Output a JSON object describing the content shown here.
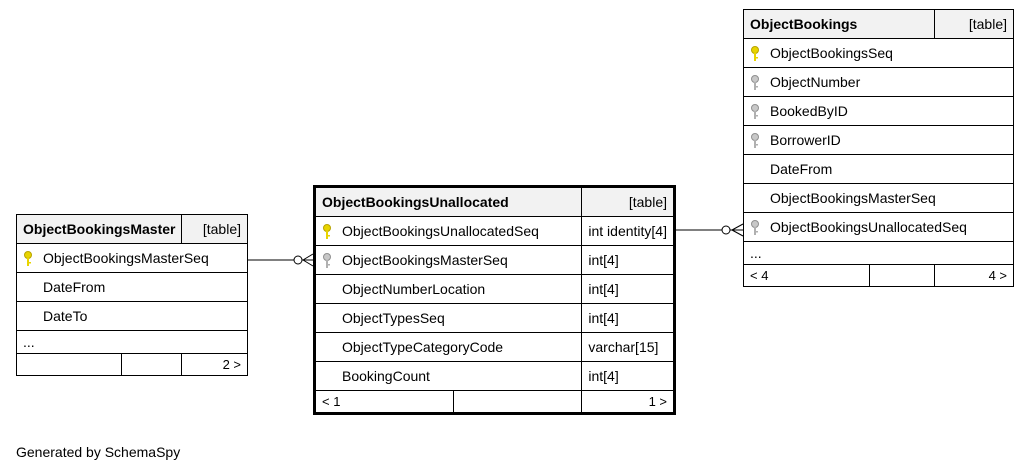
{
  "tables": {
    "master": {
      "name": "ObjectBookingsMaster",
      "kind": "[table]",
      "columns": [
        {
          "name": "ObjectBookingsMasterSeq",
          "key": "primary"
        },
        {
          "name": "DateFrom",
          "key": "none"
        },
        {
          "name": "DateTo",
          "key": "none"
        }
      ],
      "ellipsis": "...",
      "footer": {
        "left": "",
        "middle": "",
        "right": "2 >"
      }
    },
    "unallocated": {
      "name": "ObjectBookingsUnallocated",
      "kind": "[table]",
      "columns": [
        {
          "name": "ObjectBookingsUnallocatedSeq",
          "type": "int identity[4]",
          "key": "primary"
        },
        {
          "name": "ObjectBookingsMasterSeq",
          "type": "int[4]",
          "key": "foreign"
        },
        {
          "name": "ObjectNumberLocation",
          "type": "int[4]",
          "key": "none"
        },
        {
          "name": "ObjectTypesSeq",
          "type": "int[4]",
          "key": "none"
        },
        {
          "name": "ObjectTypeCategoryCode",
          "type": "varchar[15]",
          "key": "none"
        },
        {
          "name": "BookingCount",
          "type": "int[4]",
          "key": "none"
        }
      ],
      "footer": {
        "left": "< 1",
        "middle": "",
        "right": "1 >"
      }
    },
    "bookings": {
      "name": "ObjectBookings",
      "kind": "[table]",
      "columns": [
        {
          "name": "ObjectBookingsSeq",
          "key": "primary"
        },
        {
          "name": "ObjectNumber",
          "key": "foreign"
        },
        {
          "name": "BookedByID",
          "key": "foreign"
        },
        {
          "name": "BorrowerID",
          "key": "foreign"
        },
        {
          "name": "DateFrom",
          "key": "none"
        },
        {
          "name": "ObjectBookingsMasterSeq",
          "key": "none"
        },
        {
          "name": "ObjectBookingsUnallocatedSeq",
          "key": "foreign"
        }
      ],
      "ellipsis": "...",
      "footer": {
        "left": "< 4",
        "middle": "",
        "right": "4 >"
      }
    }
  },
  "footer_text": "Generated by SchemaSpy",
  "colors": {
    "primary_key": "#e8d400",
    "foreign_key": "#a0a0a0",
    "header_bg": "#f2f2f2",
    "line": "#000000"
  }
}
